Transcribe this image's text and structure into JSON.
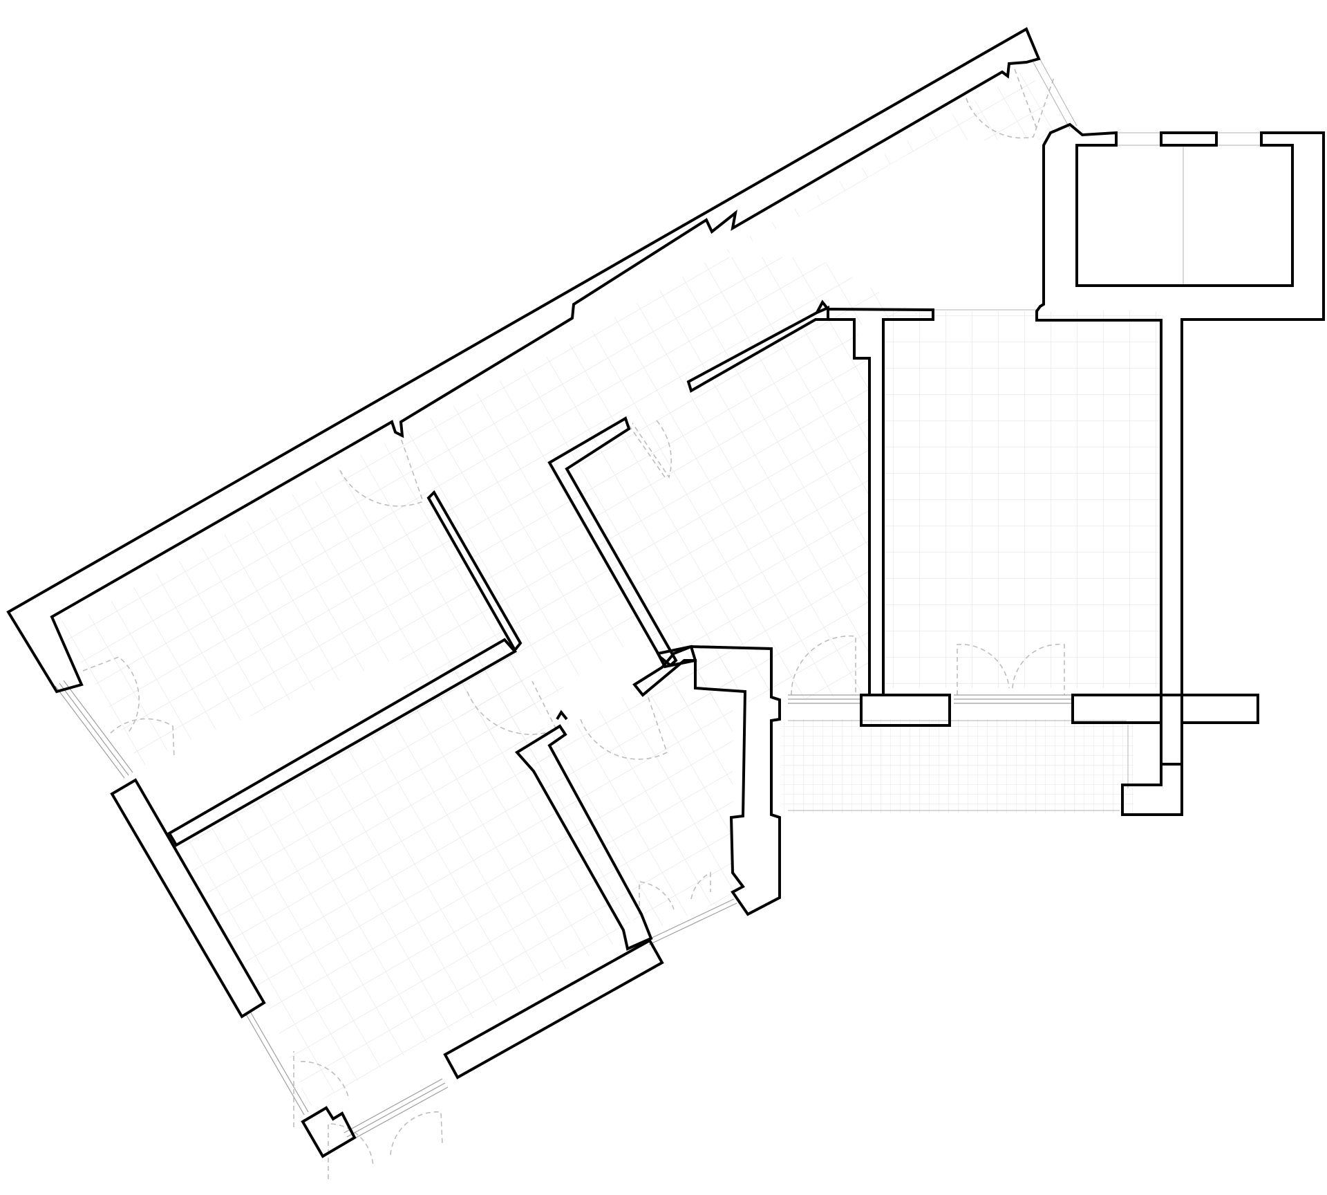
{
  "plan": {
    "type": "architectural-floor-plan",
    "background": "#ffffff",
    "wall_color": "#000000",
    "grid_color": "#e3e3e3",
    "door_swing_color": "#bdbdbd",
    "window_color": "#9e9e9e",
    "rooms": [
      {
        "id": "corridor"
      },
      {
        "id": "room-upper-left"
      },
      {
        "id": "room-lower-left"
      },
      {
        "id": "room-center"
      },
      {
        "id": "bathroom"
      },
      {
        "id": "room-right"
      },
      {
        "id": "balcony"
      },
      {
        "id": "storage-top-right"
      }
    ]
  }
}
